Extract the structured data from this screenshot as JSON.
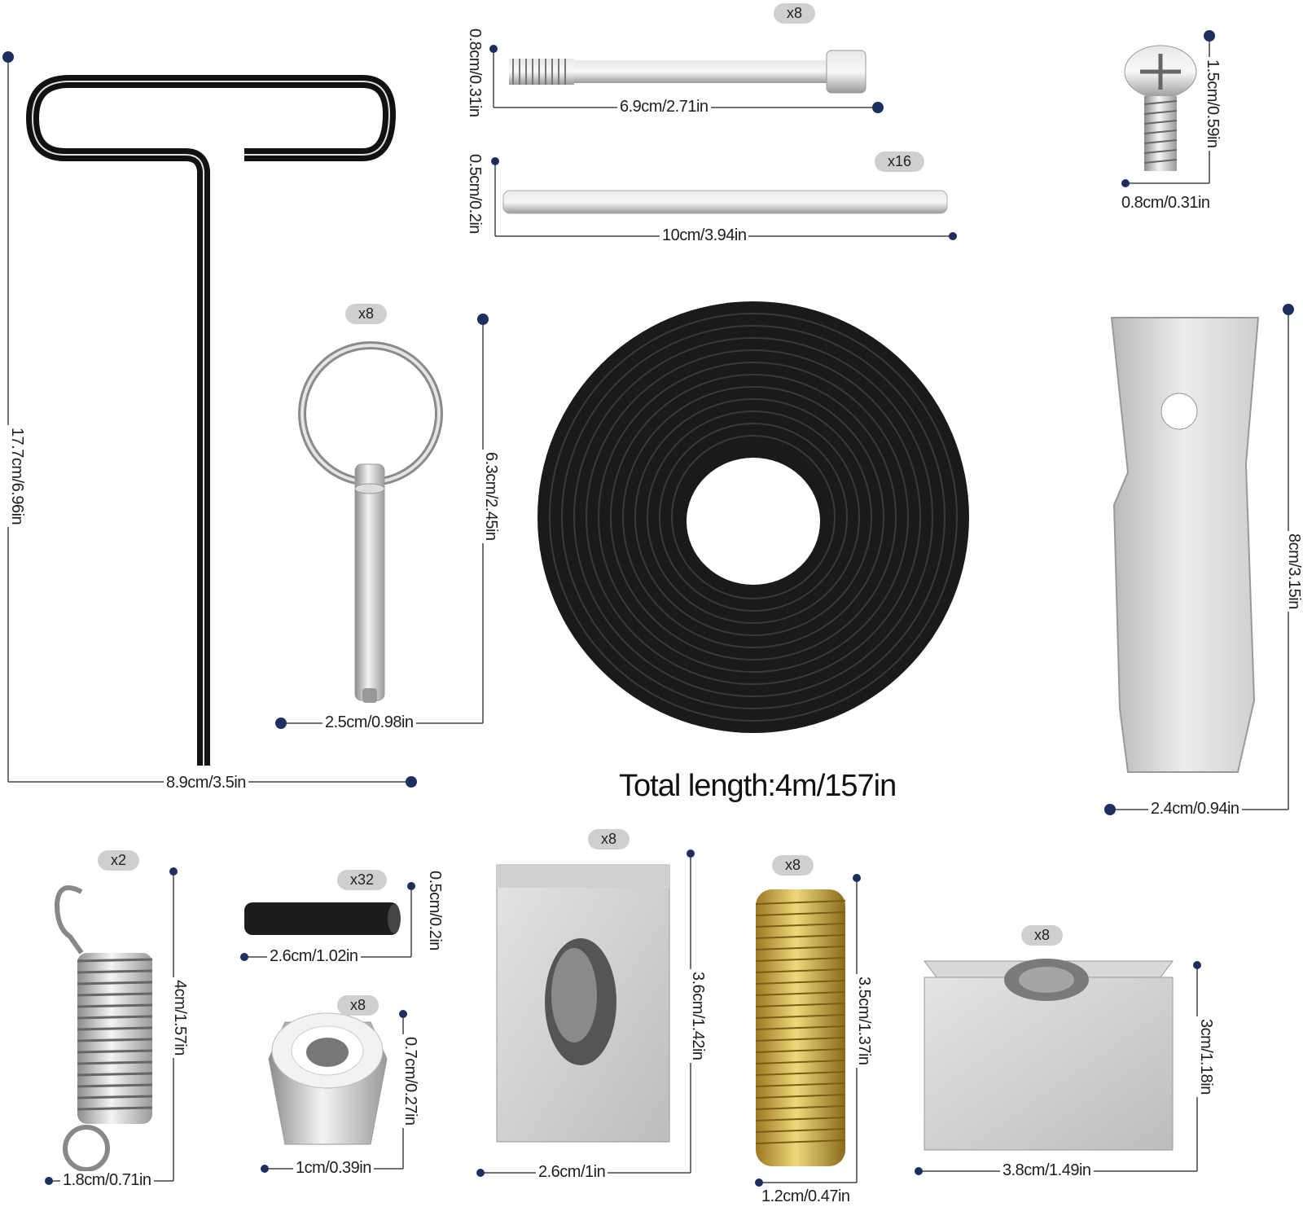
{
  "total_length": "Total length:4m/157in",
  "dimensions": {
    "tkey_height": "17.7cm/6.96in",
    "tkey_width": "8.9cm/3.5in",
    "bolt_dia": "0.8cm/0.31in",
    "bolt_len": "6.9cm/2.71in",
    "rod_dia": "0.5cm/0.2in",
    "rod_len": "10cm/3.94in",
    "screw_len": "1.5cm/0.59in",
    "screw_dia": "0.8cm/0.31in",
    "pin_len": "6.3cm/2.45in",
    "pin_width": "2.5cm/0.98in",
    "bracket_len": "8cm/3.15in",
    "bracket_width": "2.4cm/0.94in",
    "spring_len": "4cm/1.57in",
    "spring_width": "1.8cm/0.71in",
    "tube_dia": "0.5cm/0.2in",
    "tube_len": "2.6cm/1.02in",
    "nut_height": "0.7cm/0.27in",
    "nut_width": "1cm/0.39in",
    "block_height": "3.6cm/1.42in",
    "block_width": "2.6cm/1in",
    "stud_len": "3.5cm/1.37in",
    "stud_dia": "1.2cm/0.47in",
    "tnut_height": "3cm/1.18in",
    "tnut_width": "3.8cm/1.49in"
  },
  "quantities": {
    "bolt": "x8",
    "rod": "x16",
    "pin": "x8",
    "spring": "x2",
    "tube": "x32",
    "nut": "x8",
    "block": "x8",
    "stud": "x8",
    "tnut": "x8"
  },
  "colors": {
    "marker": "#1c2f5e",
    "line": "#444444",
    "badge": "#cfcfcf"
  }
}
